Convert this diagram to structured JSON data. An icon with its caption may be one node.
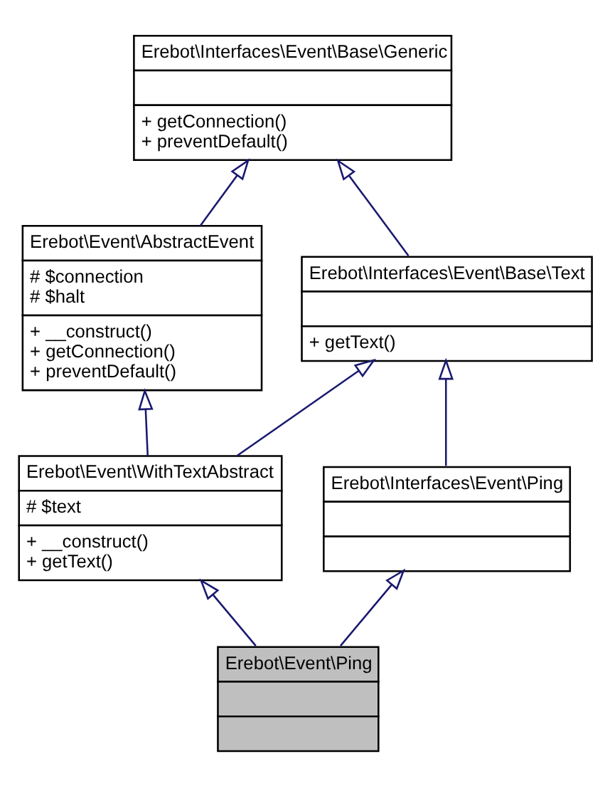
{
  "diagram": {
    "nodes": [
      {
        "text": [
          "Erebot\\Interfaces\\Event\\Base\\Generic",
          "+ getConnection() + preventDefault()"
        ]
      },
      {
        "text": [
          "Erebot\\Event\\AbstractEvent",
          "# $connection # $halt",
          "+ __construct() + getConnection() + preventDefault()"
        ]
      },
      {
        "text": [
          "Erebot\\Interfaces\\Event\\Base\\Text",
          "+ getText()"
        ]
      },
      {
        "text": [
          "Erebot\\Event\\WithTextAbstract",
          "# $text",
          "+ __construct() + getText()"
        ]
      },
      {
        "text": [
          "Erebot\\Interfaces\\Event\\Ping"
        ]
      },
      {
        "text": [
          "Erebot\\Event\\Ping"
        ]
      }
    ],
    "edges": [
      {
        "from": 1,
        "to": 0,
        "arrow": "to"
      },
      {
        "from": 2,
        "to": 0,
        "arrow": "to"
      },
      {
        "from": 3,
        "to": 1,
        "arrow": "to"
      },
      {
        "from": 3,
        "to": 2,
        "arrow": "to"
      },
      {
        "from": 4,
        "to": 2,
        "arrow": "to"
      },
      {
        "from": 5,
        "to": 3,
        "arrow": "to"
      },
      {
        "from": 5,
        "to": 4,
        "arrow": "to"
      }
    ]
  }
}
